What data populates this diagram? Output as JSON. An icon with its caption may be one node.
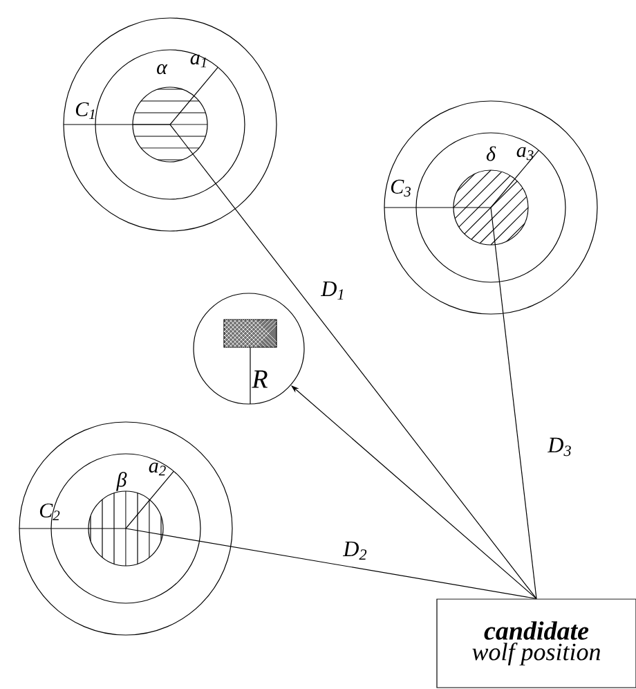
{
  "diagram": {
    "nodes": [
      {
        "text": [
          "C$_{1}$",
          "α",
          "a$_{1}$"
        ]
      },
      {
        "text": [],
        "shape": "circle",
        "in": 0
      },
      {
        "text": [
          "C$_{3}$",
          "δ",
          "a$_{3}$"
        ]
      },
      {
        "text": [],
        "shape": "circle",
        "in": 2
      },
      {
        "text": [
          "R"
        ]
      },
      {
        "text": [
          "C$_{2}$",
          "β",
          "a$_{2}$"
        ]
      },
      {
        "text": [],
        "shape": "circle",
        "in": 5
      },
      {
        "text": [
          "candidate",
          "wolf position"
        ]
      }
    ],
    "edges": [
      {
        "from": 7,
        "to": 1,
        "arrow": "none",
        "label": "D$_{1}$"
      },
      {
        "from": 7,
        "to": 3,
        "arrow": "none",
        "label": "D$_{3}$"
      },
      {
        "from": 7,
        "to": 4,
        "arrow": "to"
      },
      {
        "from": 7,
        "to": 6,
        "arrow": "none",
        "label": "D$_{2}$"
      }
    ]
  }
}
